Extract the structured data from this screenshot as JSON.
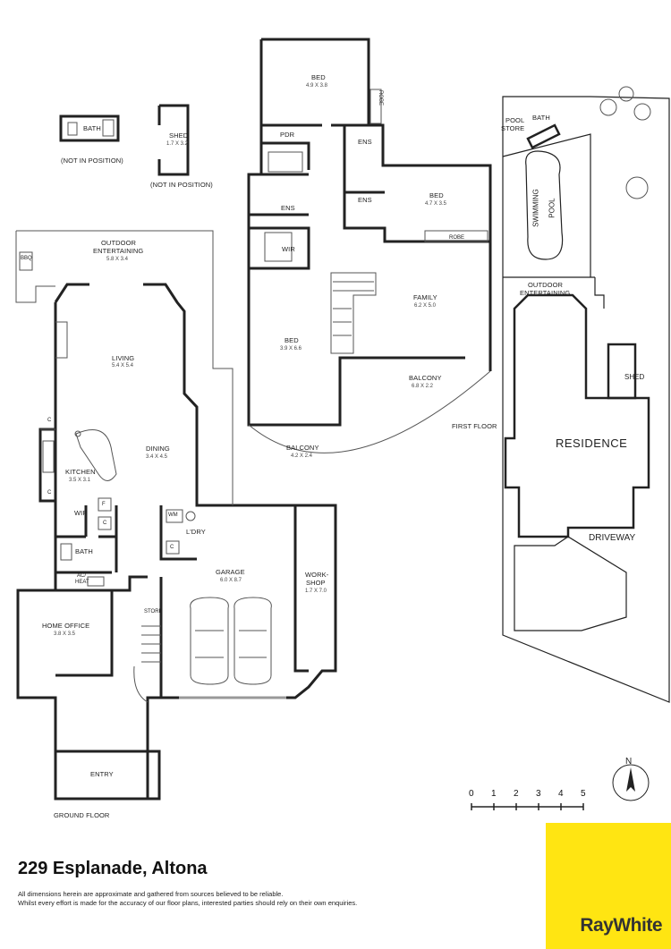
{
  "rooms": {
    "bath_small": "BATH",
    "not_in_position_1": "(NOT IN POSITION)",
    "shed": "SHED",
    "shed_dim": "1.7 X 3.2",
    "not_in_position_2": "(NOT IN POSITION)",
    "outdoor_entertaining": "OUTDOOR",
    "outdoor_entertaining_2": "ENTERTAINING",
    "outdoor_dim": "5.8 X 3.4",
    "bbq": "BBQ",
    "living": "LIVING",
    "living_dim": "5.4 X 5.4",
    "dining": "DINING",
    "dining_dim": "3.4 X 4.5",
    "kitchen": "KITCHEN",
    "kitchen_dim": "3.5 X 3.1",
    "wip": "WIP",
    "bath": "BATH",
    "laundry": "L'DRY",
    "wm": "WM",
    "home_office": "HOME OFFICE",
    "home_office_dim": "3.8 X 3.5",
    "ac_heat_1": "AC/",
    "ac_heat_2": "HEAT",
    "store": "STORE",
    "garage": "GARAGE",
    "garage_dim": "6.0 X 8.7",
    "workshop_1": "WORK-",
    "workshop_2": "SHOP",
    "workshop_dim": "1.7 X 7.0",
    "entry": "ENTRY",
    "ground_floor": "GROUND FLOOR",
    "c": "C",
    "f": "F",
    "bed1": "BED",
    "bed1_dim": "4.9 X 3.8",
    "robe": "ROBE",
    "pdr": "PDR",
    "ens": "ENS",
    "bed2": "BED",
    "bed2_dim": "4.7 X 3.5",
    "robe2": "ROBE",
    "wir": "WIR",
    "family": "FAMILY",
    "family_dim": "6.2 X 5.0",
    "bed3": "BED",
    "bed3_dim": "3.9 X 6.6",
    "balcony1": "BALCONY",
    "balcony1_dim": "6.8 X 2.2",
    "balcony2": "BALCONY",
    "balcony2_dim": "4.2 X 2.4",
    "first_floor": "FIRST FLOOR"
  },
  "site": {
    "pool_store_1": "POOL",
    "pool_store_2": "STORE",
    "bath": "BATH",
    "swimming_pool_1": "SWIMMING",
    "swimming_pool_2": "POOL",
    "outdoor_1": "OUTDOOR",
    "outdoor_2": "ENTERTAINING",
    "shed": "SHED",
    "residence": "RESIDENCE",
    "driveway": "DRIVEWAY"
  },
  "compass": {
    "north": "N"
  },
  "scale": {
    "ticks": [
      "0",
      "1",
      "2",
      "3",
      "4",
      "5"
    ]
  },
  "address": "229 Esplanade, Altona",
  "disclaimer": {
    "line1": "All dimensions herein are approximate and gathered from sources believed to be reliable.",
    "line2": "Whilst every effort is made for the accuracy of our floor plans, interested parties should rely on their own enquiries."
  },
  "brand": {
    "name": "RayWhite",
    "color": "#ffe512"
  }
}
